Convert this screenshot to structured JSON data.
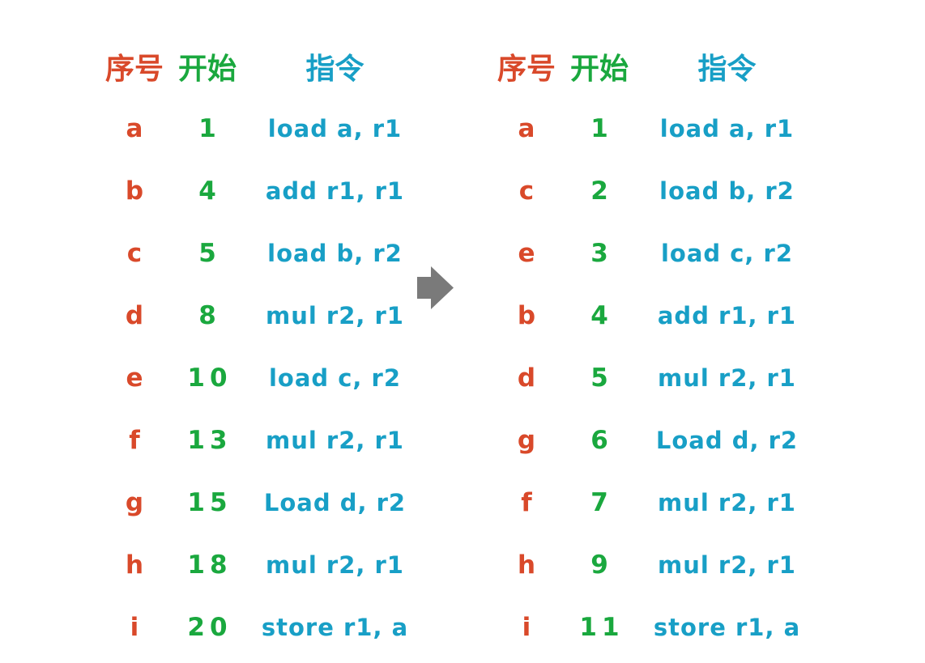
{
  "colors": {
    "sequence": "#d9492a",
    "start": "#1aa83e",
    "instruction": "#189fc6",
    "arrow": "#7a7a7a",
    "background": "#ffffff"
  },
  "arrow": {
    "direction": "right"
  },
  "left_table": {
    "headers": {
      "sequence": "序号",
      "start": "开始",
      "instruction": "指令"
    },
    "rows": [
      {
        "id": "a",
        "start": "1",
        "instr": "load a, r1"
      },
      {
        "id": "b",
        "start": "4",
        "instr": "add r1, r1"
      },
      {
        "id": "c",
        "start": "5",
        "instr": "load b, r2"
      },
      {
        "id": "d",
        "start": "8",
        "instr": "mul r2, r1"
      },
      {
        "id": "e",
        "start": "10",
        "instr": "load c, r2"
      },
      {
        "id": "f",
        "start": "13",
        "instr": "mul r2, r1"
      },
      {
        "id": "g",
        "start": "15",
        "instr": "Load d, r2"
      },
      {
        "id": "h",
        "start": "18",
        "instr": "mul r2, r1"
      },
      {
        "id": "i",
        "start": "20",
        "instr": "store r1, a"
      }
    ]
  },
  "right_table": {
    "headers": {
      "sequence": "序号",
      "start": "开始",
      "instruction": "指令"
    },
    "rows": [
      {
        "id": "a",
        "start": "1",
        "instr": "load a, r1"
      },
      {
        "id": "c",
        "start": "2",
        "instr": "load b, r2"
      },
      {
        "id": "e",
        "start": "3",
        "instr": "load c, r2"
      },
      {
        "id": "b",
        "start": "4",
        "instr": "add r1, r1"
      },
      {
        "id": "d",
        "start": "5",
        "instr": "mul r2, r1"
      },
      {
        "id": "g",
        "start": "6",
        "instr": "Load d, r2"
      },
      {
        "id": "f",
        "start": "7",
        "instr": "mul r2, r1"
      },
      {
        "id": "h",
        "start": "9",
        "instr": "mul r2, r1"
      },
      {
        "id": "i",
        "start": "11",
        "instr": "store r1, a"
      }
    ]
  }
}
